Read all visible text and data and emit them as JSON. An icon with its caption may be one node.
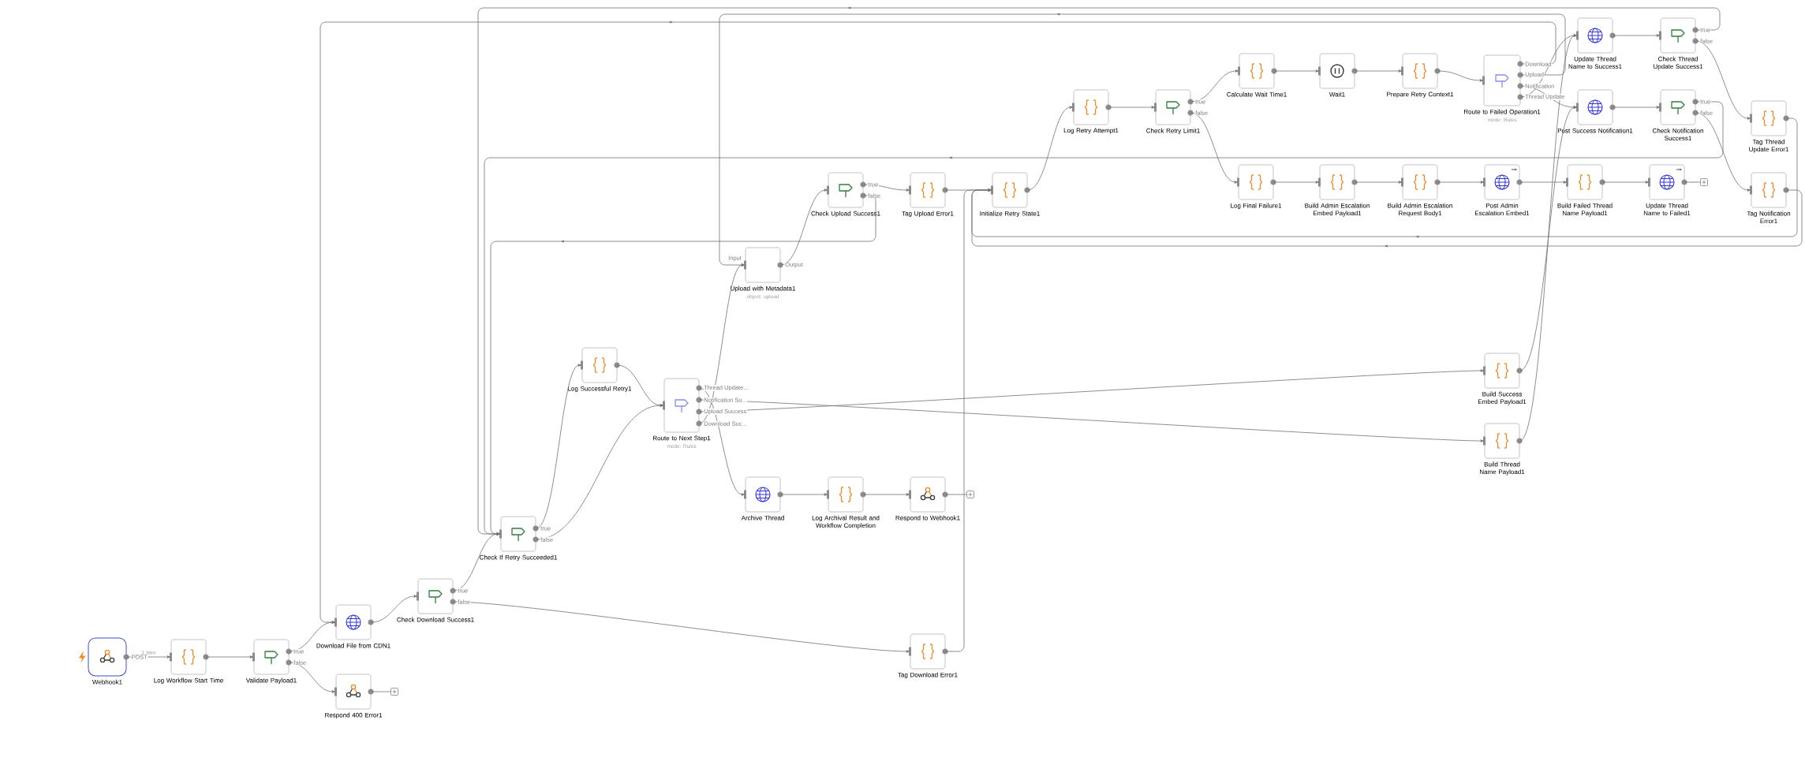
{
  "diagram": {
    "nodes": [
      {
        "text": [
          "Webhook1"
        ]
      },
      {
        "text": [
          "Log Workflow Start Time"
        ]
      },
      {
        "text": [
          "Validate Payload1"
        ]
      },
      {
        "text": [
          "Download File from CDN1"
        ]
      },
      {
        "text": [
          "Respond 400 Error1"
        ]
      },
      {
        "text": [
          "Check Download Success1"
        ]
      },
      {
        "text": [
          "Check If Retry Succeeded1"
        ]
      },
      {
        "text": [
          "Log Successful Retry1"
        ]
      },
      {
        "text": [
          "Route to Next Step1"
        ],
        "beside": [
          "mode: Rules"
        ]
      },
      {
        "text": [
          "Upload with Metadata1"
        ],
        "beside": [
          "object: upload"
        ]
      },
      {
        "text": [
          "Check Upload Success1"
        ]
      },
      {
        "text": [
          "Tag Upload Error1"
        ]
      },
      {
        "text": [
          "Initialize Retry State1"
        ]
      },
      {
        "text": [
          "Log Retry Attempt1"
        ]
      },
      {
        "text": [
          "Check Retry Limit1"
        ]
      },
      {
        "text": [
          "Calculate Wait Time1"
        ]
      },
      {
        "text": [
          "Wait1"
        ]
      },
      {
        "text": [
          "Prepare Retry Context1"
        ]
      },
      {
        "text": [
          "Route to Failed Operation1"
        ],
        "beside": [
          "mode: Rules"
        ]
      },
      {
        "text": [
          "Log Final Failure1"
        ]
      },
      {
        "text": [
          "Build Admin Escalation Embed Payload1"
        ]
      },
      {
        "text": [
          "Build Admin Escalation Request Body1"
        ]
      },
      {
        "text": [
          "Post Admin Escalation Embed1"
        ]
      },
      {
        "text": [
          "Build Failed Thread Name Payload1"
        ]
      },
      {
        "text": [
          "Update Thread Name to Failed1"
        ]
      },
      {
        "text": [
          "Update Thread Name to Success1"
        ]
      },
      {
        "text": [
          "Check Thread Update Success1"
        ]
      },
      {
        "text": [
          "Post Success Notification1"
        ]
      },
      {
        "text": [
          "Check Notification Success1"
        ]
      },
      {
        "text": [
          "Tag Thread Update Error1"
        ]
      },
      {
        "text": [
          "Tag Notification Error1"
        ]
      },
      {
        "text": [
          "Archive Thread"
        ]
      },
      {
        "text": [
          "Log Archival Result and Workflow Completion"
        ]
      },
      {
        "text": [
          "Respond to Webhook1"
        ]
      },
      {
        "text": [
          "Build Success Embed Payload1"
        ]
      },
      {
        "text": [
          "Build Thread Name Payload1"
        ]
      },
      {
        "text": [
          "Tag Download Error1"
        ]
      },
      {
        "text": [],
        "shape": "box"
      },
      {
        "text": [],
        "shape": "box"
      },
      {
        "text": [],
        "shape": "box"
      }
    ],
    "edges": [
      {
        "from": 0,
        "to": 1,
        "arrow": "to",
        "label": "1 item"
      },
      {
        "from": 1,
        "to": 2,
        "arrow": "to"
      },
      {
        "from": 2,
        "to": 3,
        "arrow": "to"
      },
      {
        "from": 2,
        "to": 4,
        "arrow": "to"
      },
      {
        "from": 4,
        "to": 37,
        "arrow": "none"
      },
      {
        "from": 3,
        "to": 5,
        "arrow": "to"
      },
      {
        "from": 5,
        "to": 6,
        "arrow": "to"
      },
      {
        "from": 5,
        "to": 36,
        "arrow": "to"
      },
      {
        "from": 6,
        "to": 7,
        "arrow": "to"
      },
      {
        "from": 6,
        "to": 8,
        "arrow": "to"
      },
      {
        "from": 7,
        "to": 8,
        "arrow": "to"
      },
      {
        "from": 8,
        "to": 31,
        "arrow": "to"
      },
      {
        "from": 8,
        "to": 35,
        "arrow": "to"
      },
      {
        "from": 8,
        "to": 34,
        "arrow": "to"
      },
      {
        "from": 8,
        "to": 9,
        "arrow": "to"
      },
      {
        "from": 9,
        "to": 10,
        "arrow": "to"
      },
      {
        "from": 10,
        "to": 11,
        "arrow": "to"
      },
      {
        "from": 10,
        "to": 6,
        "arrow": "to"
      },
      {
        "from": 11,
        "to": 12,
        "arrow": "to"
      },
      {
        "from": 36,
        "to": 12,
        "arrow": "to"
      },
      {
        "from": 12,
        "to": 13,
        "arrow": "to"
      },
      {
        "from": 13,
        "to": 14,
        "arrow": "to"
      },
      {
        "from": 14,
        "to": 15,
        "arrow": "to"
      },
      {
        "from": 14,
        "to": 19,
        "arrow": "to"
      },
      {
        "from": 15,
        "to": 16,
        "arrow": "to"
      },
      {
        "from": 16,
        "to": 17,
        "arrow": "to"
      },
      {
        "from": 17,
        "to": 18,
        "arrow": "to"
      },
      {
        "from": 18,
        "to": 3,
        "arrow": "to"
      },
      {
        "from": 18,
        "to": 9,
        "arrow": "to"
      },
      {
        "from": 18,
        "to": 27,
        "arrow": "to"
      },
      {
        "from": 18,
        "to": 25,
        "arrow": "to"
      },
      {
        "from": 19,
        "to": 20,
        "arrow": "to"
      },
      {
        "from": 20,
        "to": 21,
        "arrow": "to"
      },
      {
        "from": 21,
        "to": 22,
        "arrow": "to"
      },
      {
        "from": 22,
        "to": 23,
        "arrow": "to"
      },
      {
        "from": 23,
        "to": 24,
        "arrow": "to"
      },
      {
        "from": 24,
        "to": 39,
        "arrow": "none"
      },
      {
        "from": 25,
        "to": 26,
        "arrow": "to"
      },
      {
        "from": 26,
        "to": 6,
        "arrow": "to"
      },
      {
        "from": 26,
        "to": 29,
        "arrow": "to"
      },
      {
        "from": 27,
        "to": 28,
        "arrow": "to"
      },
      {
        "from": 28,
        "to": 6,
        "arrow": "to"
      },
      {
        "from": 28,
        "to": 30,
        "arrow": "to"
      },
      {
        "from": 29,
        "to": 12,
        "arrow": "to"
      },
      {
        "from": 30,
        "to": 12,
        "arrow": "to"
      },
      {
        "from": 31,
        "to": 32,
        "arrow": "to"
      },
      {
        "from": 32,
        "to": 33,
        "arrow": "to"
      },
      {
        "from": 33,
        "to": 38,
        "arrow": "none"
      },
      {
        "from": 34,
        "to": 27,
        "arrow": "to"
      },
      {
        "from": 35,
        "to": 25,
        "arrow": "to"
      }
    ],
    "labels": [
      "POST",
      "true",
      "false",
      "true",
      "false",
      "true",
      "false",
      "Thread Update...",
      "Notification Su...",
      "Upload Success",
      "Download Suc...",
      "Input",
      "Output",
      "true",
      "false",
      "true",
      "false",
      "Download",
      "Upload",
      "Notification",
      "Thread Update",
      "true",
      "false",
      "true",
      "false"
    ]
  }
}
